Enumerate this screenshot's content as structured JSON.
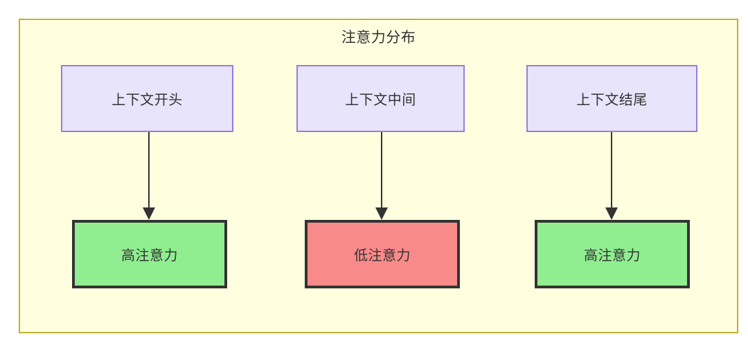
{
  "diagram": {
    "type": "flowchart",
    "title": "注意力分布",
    "background_color": "#ffffff",
    "frame": {
      "fill": "#ffffe0",
      "border_color": "#bdb330"
    },
    "palette": {
      "source_fill": "#e8e4fb",
      "source_border": "#9e79e0",
      "high_attention_fill": "#90ee90",
      "low_attention_fill": "#f98a8a",
      "node_border": "#333333",
      "text_color": "#333333",
      "edge_color": "#333333"
    },
    "columns": [
      {
        "source": {
          "label": "上下文开头"
        },
        "outcome": {
          "label": "高注意力",
          "level": "high"
        }
      },
      {
        "source": {
          "label": "上下文中间"
        },
        "outcome": {
          "label": "低注意力",
          "level": "low"
        }
      },
      {
        "source": {
          "label": "上下文结尾"
        },
        "outcome": {
          "label": "高注意力",
          "level": "high"
        }
      }
    ]
  }
}
